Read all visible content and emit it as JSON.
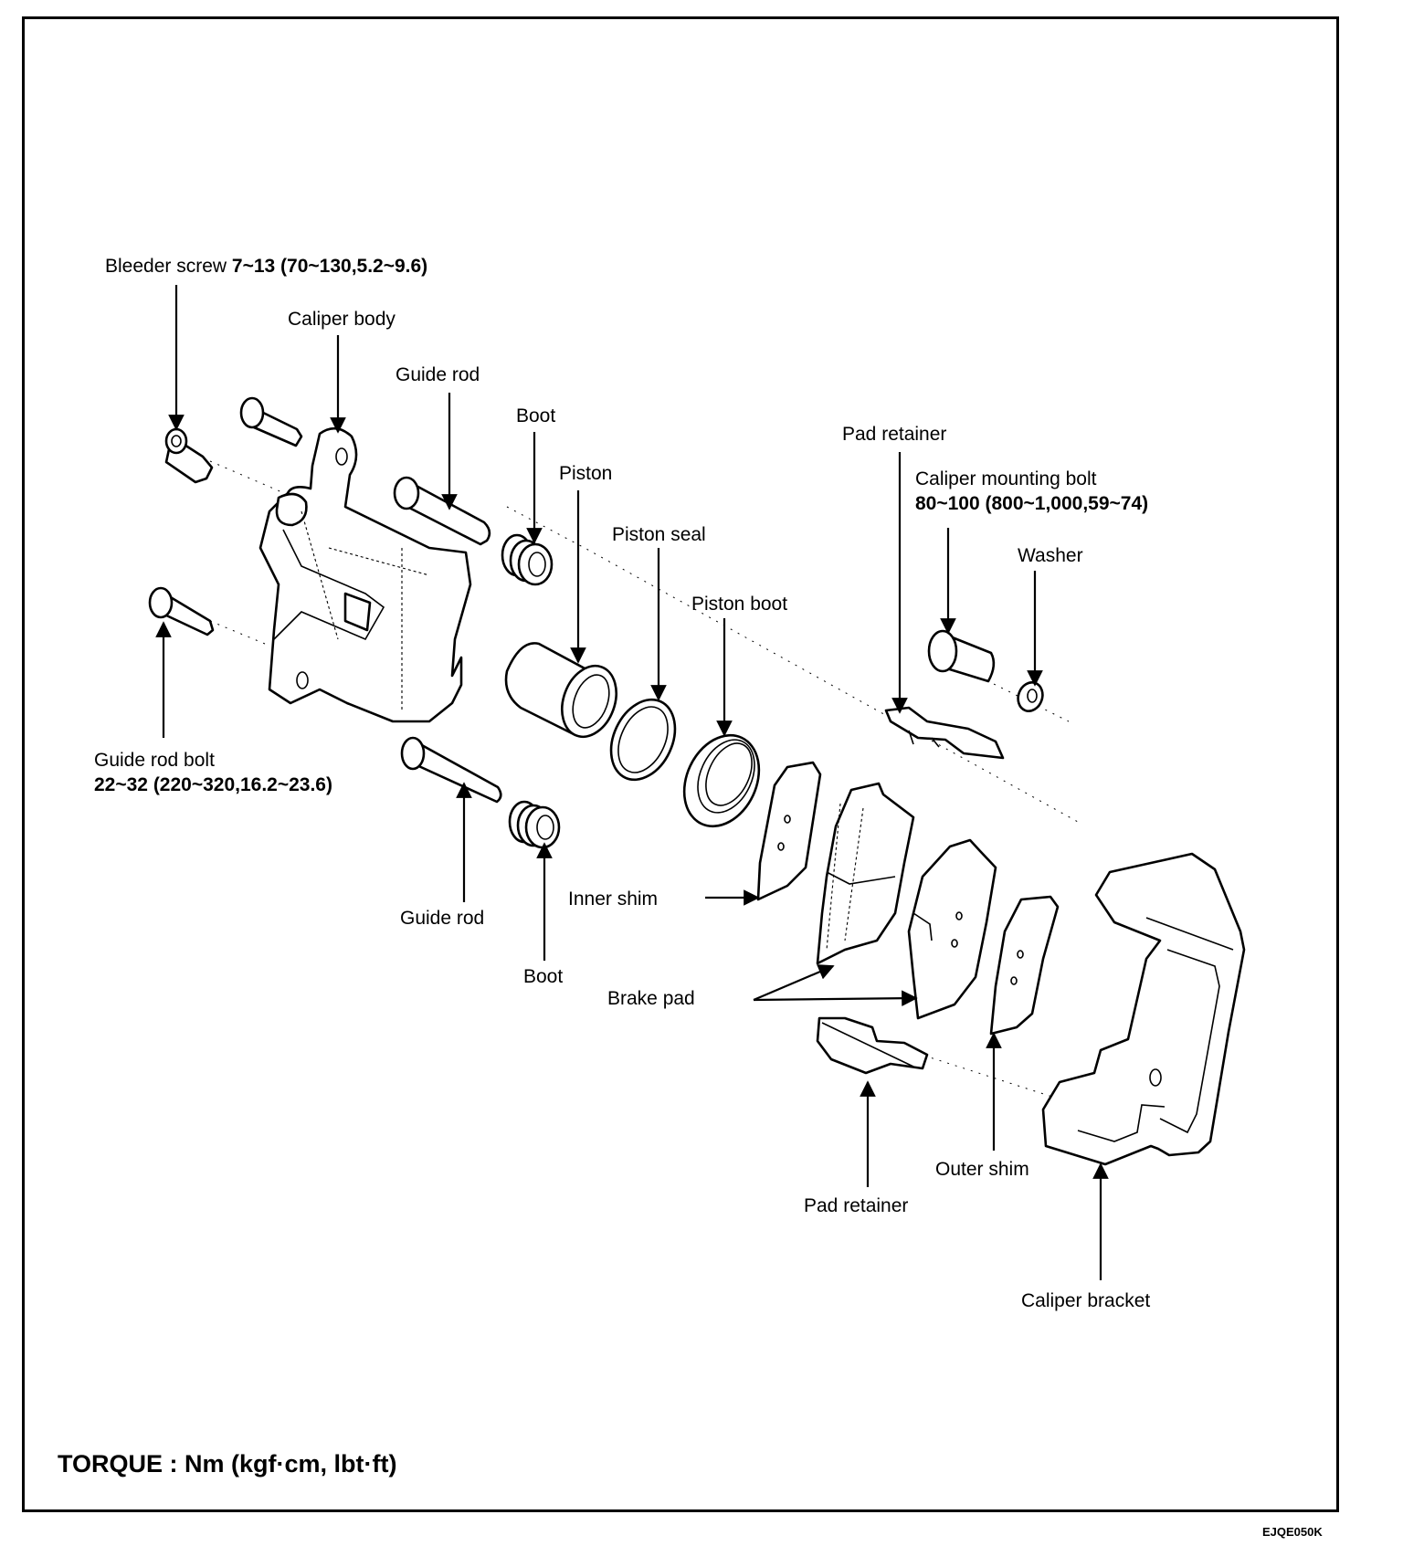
{
  "diagram": {
    "title": "Brake caliper exploded view",
    "figure_code": "EJQE050K",
    "torque_note": "TORQUE : Nm (kgf·cm, lbt·ft)",
    "labels": {
      "bleeder_screw": {
        "name": "Bleeder screw",
        "torque": "7~13 (70~130,5.2~9.6)"
      },
      "caliper_body": "Caliper body",
      "guide_rod_upper": "Guide rod",
      "boot_upper": "Boot",
      "piston": "Piston",
      "piston_seal": "Piston seal",
      "piston_boot": "Piston boot",
      "pad_retainer_upper": "Pad retainer",
      "caliper_mounting_bolt": {
        "name": "Caliper mounting bolt",
        "torque": "80~100 (800~1,000,59~74)"
      },
      "washer": "Washer",
      "guide_rod_bolt": {
        "name": "Guide rod bolt",
        "torque": "22~32 (220~320,16.2~23.6)"
      },
      "guide_rod_lower": "Guide rod",
      "boot_lower": "Boot",
      "inner_shim": "Inner shim",
      "brake_pad": "Brake pad",
      "pad_retainer_lower": "Pad retainer",
      "outer_shim": "Outer shim",
      "caliper_bracket": "Caliper bracket"
    }
  }
}
